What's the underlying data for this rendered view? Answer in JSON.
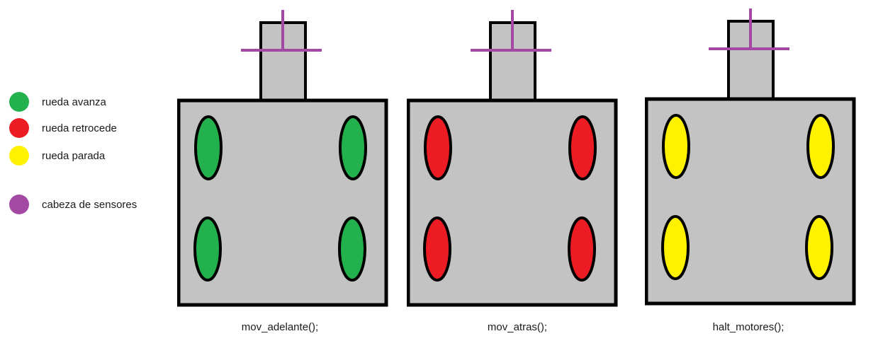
{
  "legend": {
    "items": [
      {
        "label": "rueda avanza",
        "color": "#22b14c"
      },
      {
        "label": "rueda retrocede",
        "color": "#ed1c24"
      },
      {
        "label": "rueda parada",
        "color": "#fff200"
      },
      {
        "label": "cabeza de sensores",
        "color": "#a349a4"
      }
    ]
  },
  "colors": {
    "body": "#c3c3c3",
    "outline": "#000000",
    "sensor_head": "#a349a4"
  },
  "robots": [
    {
      "caption": "mov_adelante();",
      "wheel_color": "#22b14c"
    },
    {
      "caption": "mov_atras();",
      "wheel_color": "#ed1c24"
    },
    {
      "caption": "halt_motores();",
      "wheel_color": "#fff200"
    }
  ]
}
